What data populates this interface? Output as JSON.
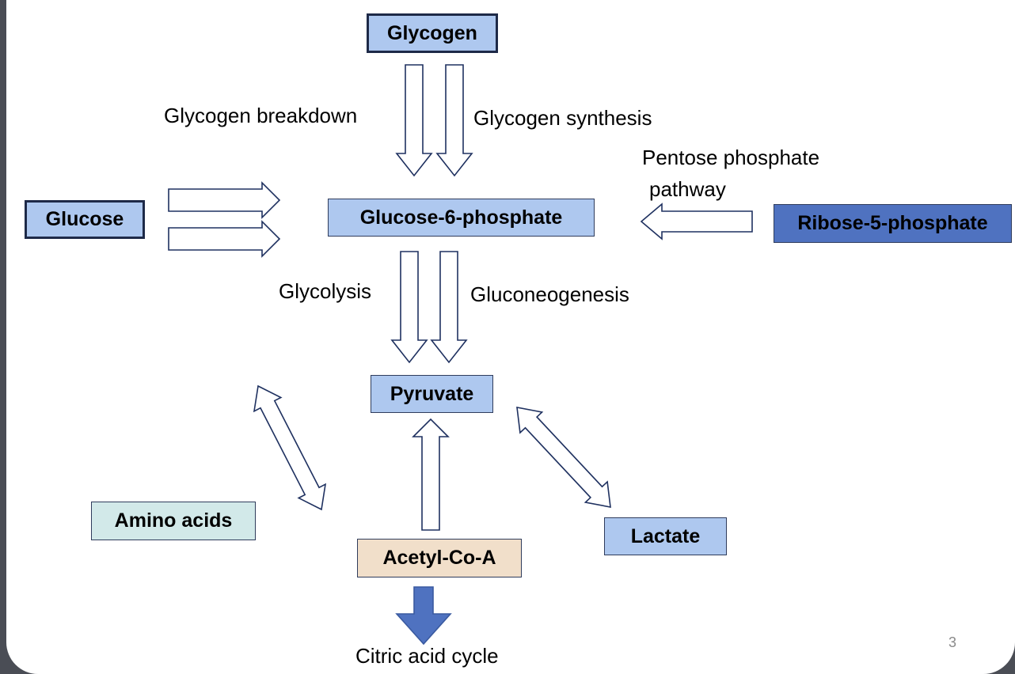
{
  "nodes": {
    "glycogen": "Glycogen",
    "glucose": "Glucose",
    "g6p": "Glucose-6-phosphate",
    "r5p": "Ribose-5-phosphate",
    "pyruvate": "Pyruvate",
    "amino_acids": "Amino acids",
    "acetyl_coa": "Acetyl-Co-A",
    "lactate": "Lactate"
  },
  "labels": {
    "glycogen_breakdown": "Glycogen breakdown",
    "glycogen_synthesis": "Glycogen synthesis",
    "pentose_line1": "Pentose phosphate",
    "pentose_line2": "pathway",
    "glycolysis": "Glycolysis",
    "gluconeogenesis": "Gluconeogenesis",
    "citric_acid_cycle": "Citric acid cycle"
  },
  "page_number": "3",
  "colors": {
    "box_blue": "#aec8ef",
    "box_dark_blue": "#4f72c0",
    "box_teal": "#d2e9e9",
    "box_beige": "#f1dfca",
    "arrow_outline": "#1f3160",
    "solid_arrow": "#4f72c0"
  }
}
